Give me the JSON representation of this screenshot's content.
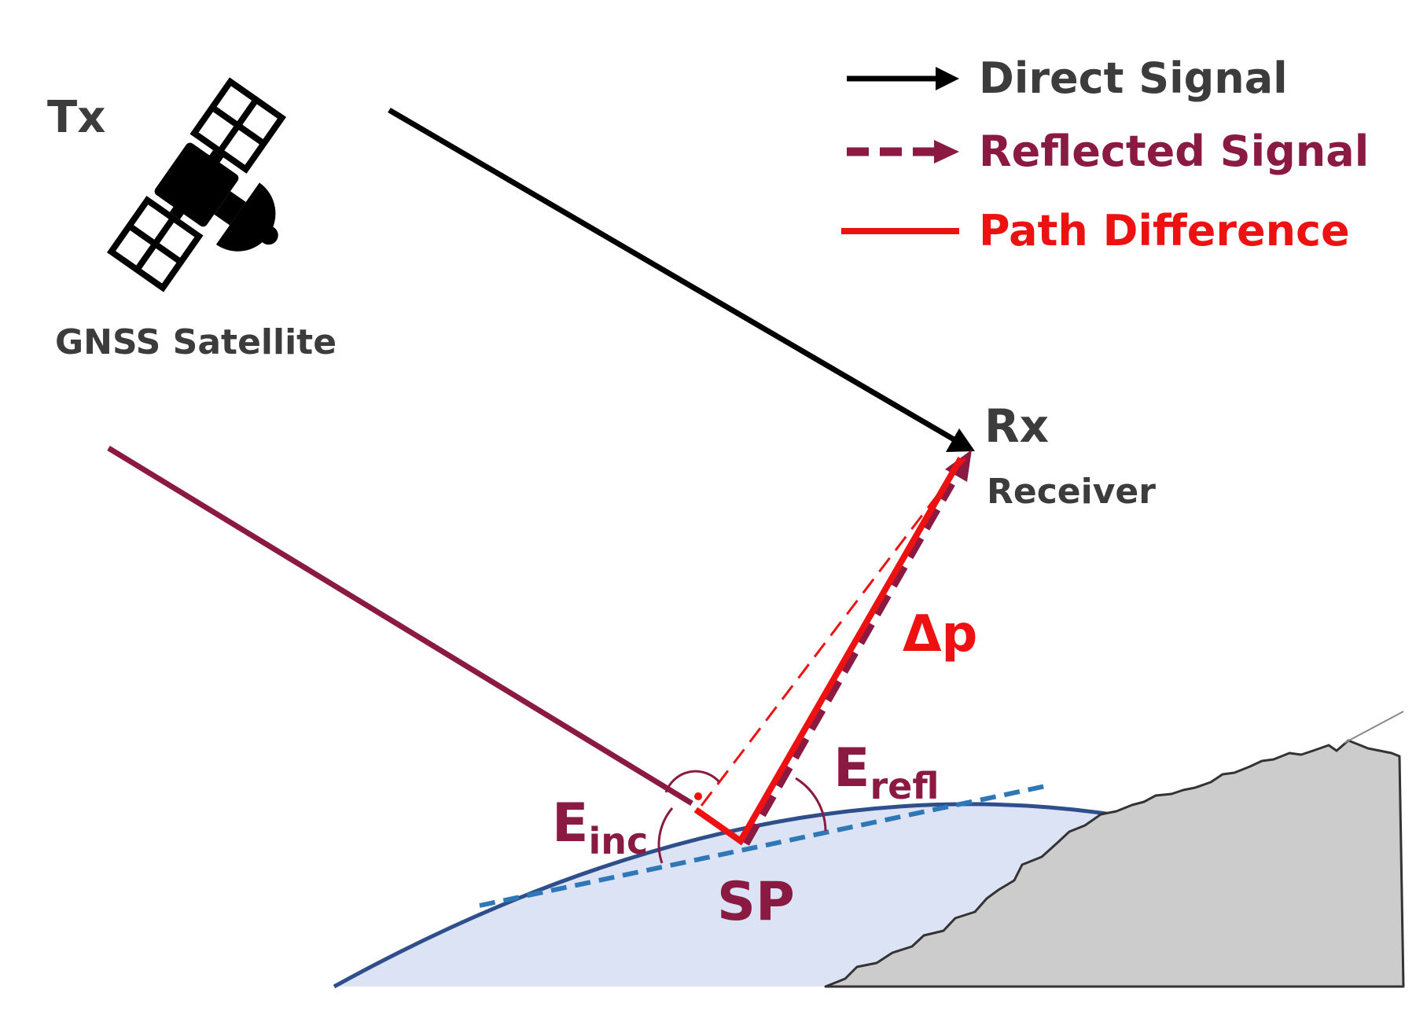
{
  "colors": {
    "direct": "#000000",
    "reflected": "#8b1a42",
    "path_difference": "#ee1111",
    "label_gray": "#3c3c3c",
    "water_fill": "#dbe3f4",
    "water_line": "#2e4e8c",
    "tangent": "#2f78b8",
    "land_fill": "#cccccc",
    "land_line": "#333333"
  },
  "legend": {
    "direct": "Direct Signal",
    "reflected": "Reflected Signal",
    "path_difference": "Path Difference"
  },
  "labels": {
    "tx": "Tx",
    "satellite": "GNSS Satellite",
    "rx": "Rx",
    "receiver": "Receiver",
    "delta_p": "Δp",
    "e_inc_main": "E",
    "e_inc_sub": "inc",
    "e_refl_main": "E",
    "e_refl_sub": "refl",
    "sp": "SP"
  },
  "icons": {
    "satellite": "satellite-icon"
  }
}
